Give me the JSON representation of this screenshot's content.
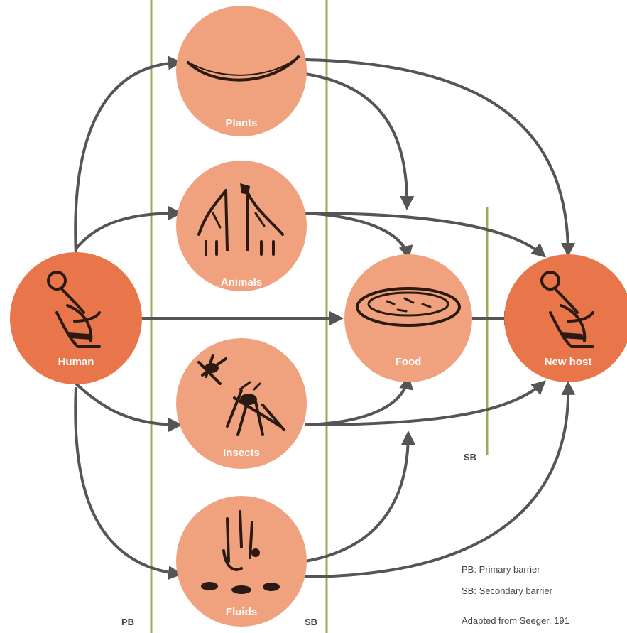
{
  "diagram": {
    "nodes": {
      "human": {
        "label": "Human",
        "color": "#e8764a"
      },
      "plants": {
        "label": "Plants",
        "color": "#f0a27e"
      },
      "animals": {
        "label": "Animals",
        "color": "#f0a27e"
      },
      "insects": {
        "label": "Insects",
        "color": "#f0a27e"
      },
      "fluids": {
        "label": "Fluids",
        "color": "#f0a27e"
      },
      "food": {
        "label": "Food",
        "color": "#f0a27e"
      },
      "new_host": {
        "label": "New host",
        "color": "#e8764a"
      }
    },
    "barriers": {
      "pb": "PB",
      "sb_bottom": "SB",
      "sb_right": "SB"
    },
    "legend": {
      "pb": "PB: Primary barrier",
      "sb": "SB: Secondary barrier",
      "source": "Adapted from Seeger, 191"
    },
    "colors": {
      "edge": "#555555",
      "barrier_line": "#9aab5a",
      "icon": "#2a1a12"
    }
  }
}
